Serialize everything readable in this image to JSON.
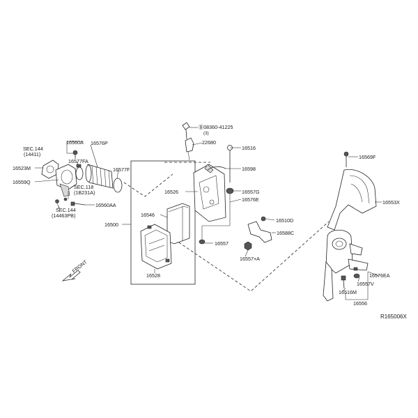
{
  "labels": {
    "sec144_top_a": "SEC.144",
    "sec144_top_b": "(14411)",
    "p16523m": "16523M",
    "p16559q": "16559Q",
    "p16560a": "16560A",
    "p16576p": "16576P",
    "p16577fa": "16577FA",
    "p16577f": "16577F",
    "sec118_a": "SEC.118",
    "sec118_b": "(1B231A)",
    "sec144_bot_a": "SEC.144",
    "sec144_bot_b": "(14463PB)",
    "p16560aa": "16560AA",
    "bolt_a": "Ⓑ08360-41225",
    "bolt_b": "(3)",
    "p22680": "22680",
    "p16516": "16516",
    "p16598": "16598",
    "p16526": "16526",
    "p16557g": "16557G",
    "p16576e": "16576E",
    "p16546": "16546",
    "p16500": "16500",
    "p16510d": "16510D",
    "p16588c": "16588C",
    "p16557": "16557",
    "p16557a": "16557+A",
    "p16528": "16528",
    "p16569f": "16569F",
    "p16553x": "16553X",
    "p16576ea": "16576EA",
    "p16557v": "16557V",
    "p16516m": "16516M",
    "p16556": "16556",
    "front": "FRONT",
    "code": "R165006X"
  }
}
